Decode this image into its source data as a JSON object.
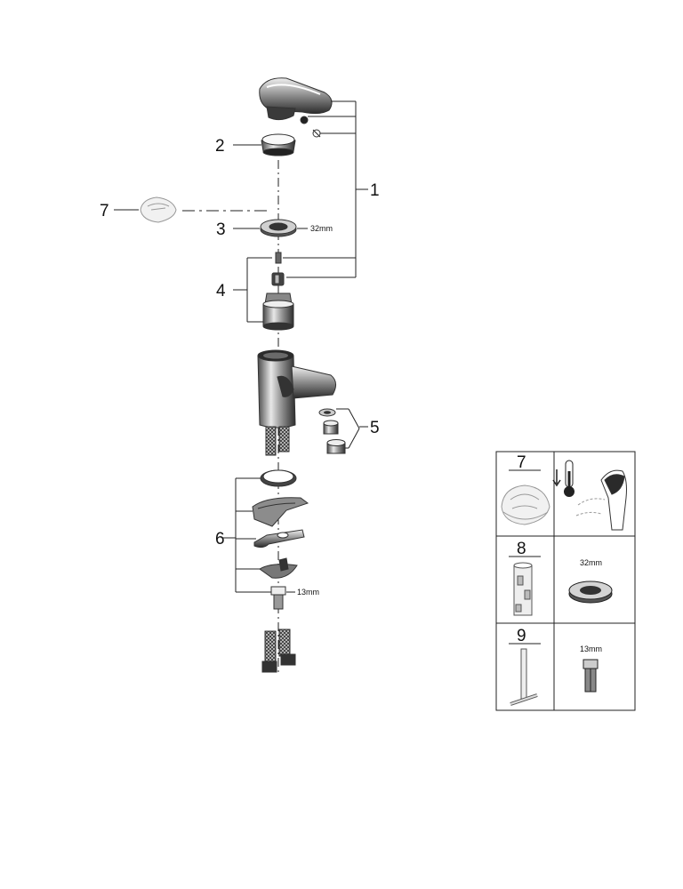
{
  "callouts": {
    "c1": "1",
    "c2": "2",
    "c3": "3",
    "c4": "4",
    "c5": "5",
    "c6": "6",
    "c7": "7"
  },
  "dimensions": {
    "nut_3": "32mm",
    "nut_6": "13mm"
  },
  "tools_table": {
    "rows": [
      {
        "number": "7"
      },
      {
        "number": "8",
        "dimension": "32mm"
      },
      {
        "number": "9",
        "dimension": "13mm"
      }
    ]
  },
  "icons": {
    "temperature": "thermometer-down-icon",
    "handle": "single-lever-handle-icon"
  },
  "colors": {
    "line": "#222222",
    "part_dark": "#2a2a2a",
    "part_mid": "#8a8a8a",
    "part_light": "#d8d8d8",
    "ghost": "#999999"
  }
}
